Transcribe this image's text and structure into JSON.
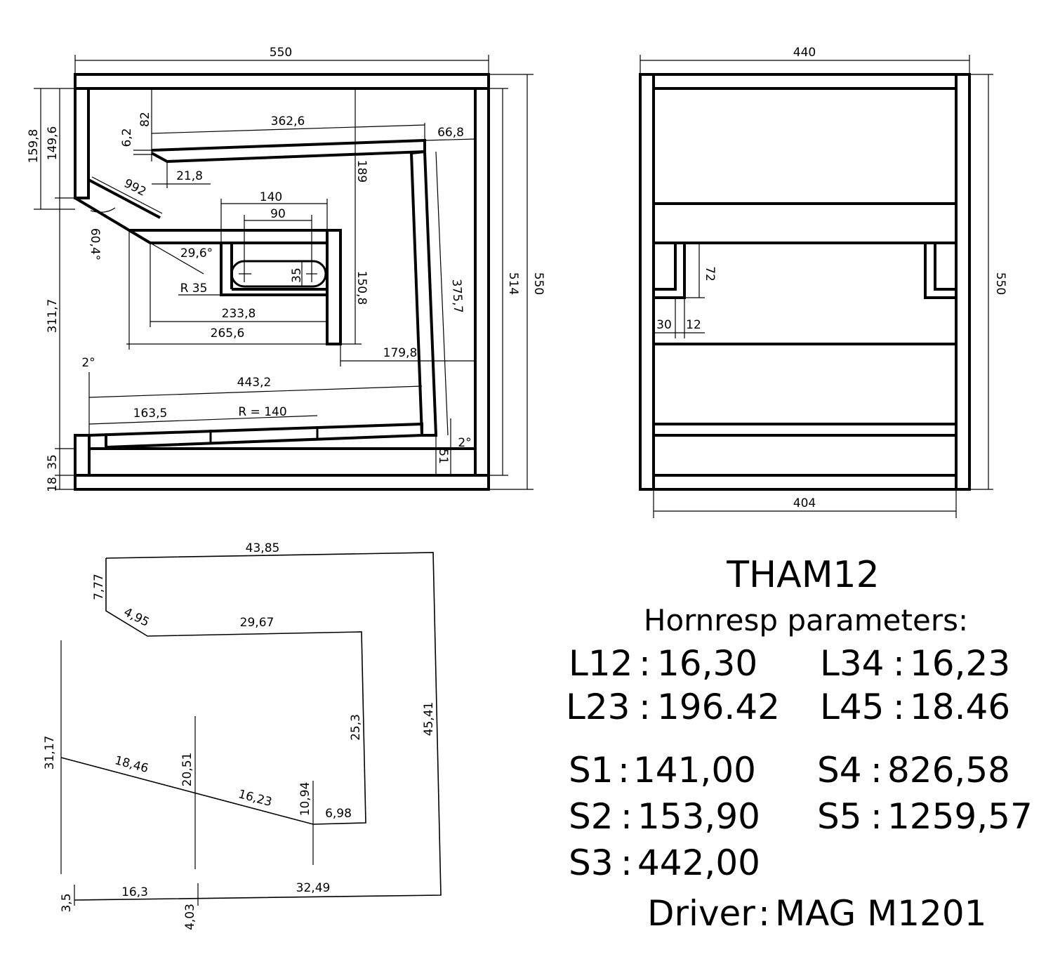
{
  "side_view": {
    "dims": {
      "outer_width": "550",
      "outer_height": "550",
      "inner_height": "514",
      "top_a": "159,8",
      "top_b": "149,6",
      "left_low": "311,7",
      "bottom_a": "18",
      "bottom_b": "35",
      "d82": "82",
      "d62": "6,2",
      "d3626": "362,6",
      "d668": "66,8",
      "d218": "21,8",
      "d992": "992",
      "d189": "189",
      "d140": "140",
      "d90": "90",
      "d604": "60,4°",
      "d296": "29,6°",
      "r35": "R 35",
      "d35": "35",
      "d1508": "150,8",
      "d2338": "233,8",
      "d2656": "265,6",
      "d3757": "375,7",
      "d1798": "179,8",
      "deg2a": "2°",
      "d4432": "443,2",
      "d1635": "163,5",
      "r140": "R = 140",
      "deg2b": "2°",
      "d51": "51"
    }
  },
  "front_view": {
    "dims": {
      "width": "440",
      "height": "550",
      "inner_width": "404",
      "d72": "72",
      "d30": "30",
      "d12": "12"
    }
  },
  "unfold_view": {
    "dims": {
      "d4385": "43,85",
      "d777": "7,77",
      "d495": "4,95",
      "d2967": "29,67",
      "d253": "25,3",
      "d4541": "45,41",
      "d3117": "31,17",
      "d1846": "18,46",
      "d2051": "20,51",
      "d1623": "16,23",
      "d1094": "10,94",
      "d698": "6,98",
      "d35": "3,5",
      "d163": "16,3",
      "d403": "4,03",
      "d3249": "32,49"
    }
  },
  "specs": {
    "model": "THAM12",
    "heading": "Hornresp parameters:",
    "params": [
      {
        "key": "L12",
        "value": "16,30"
      },
      {
        "key": "L34",
        "value": "16,23"
      },
      {
        "key": "L23",
        "value": "196.42"
      },
      {
        "key": "L45",
        "value": "18.46"
      },
      {
        "key": "S1",
        "value": "141,00"
      },
      {
        "key": "S4",
        "value": "826,58"
      },
      {
        "key": "S2",
        "value": "153,90"
      },
      {
        "key": "S5",
        "value": "1259,57"
      },
      {
        "key": "S3",
        "value": "442,00"
      }
    ],
    "driver_label": "Driver",
    "driver_value": "MAG M1201"
  }
}
